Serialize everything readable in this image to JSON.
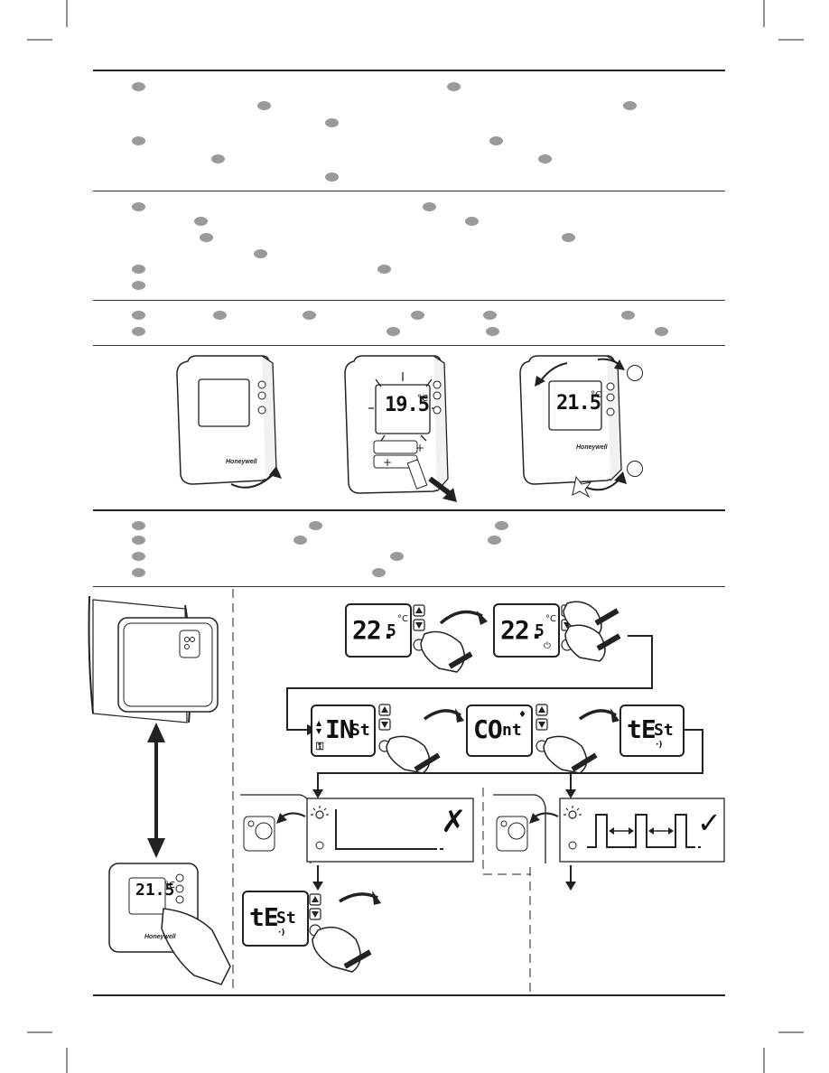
{
  "page": {
    "background": "#ffffff",
    "dot_color": "#9a9a9a",
    "line_color": "#222222"
  },
  "thermostats": [
    {
      "id": "closed",
      "display": ""
    },
    {
      "id": "battery-insert",
      "display": "19.5",
      "unit": "°C"
    },
    {
      "id": "running",
      "display": "21.5",
      "unit": "°C"
    }
  ],
  "brand": {
    "logo_text": "Honeywell"
  },
  "step_callouts": {
    "a": "",
    "b": ""
  },
  "procedure": {
    "screens": [
      {
        "id": "temp-1",
        "main": "22.",
        "small": "5",
        "unit": "°C",
        "icon": ""
      },
      {
        "id": "temp-2-standby",
        "main": "22.",
        "small": "5",
        "unit": "°C",
        "icon": "power-icon"
      },
      {
        "id": "inst",
        "main": "IN",
        "small": "St",
        "unit": "",
        "icon": "wrench-icon"
      },
      {
        "id": "cont",
        "main": "CO",
        "small": "nt",
        "unit": "",
        "icon": "flame-icon"
      },
      {
        "id": "test",
        "main": "tE",
        "small": "St",
        "unit": "",
        "icon": "signal-icon"
      },
      {
        "id": "test-retry",
        "main": "tE",
        "small": "St",
        "unit": "",
        "icon": "signal-icon"
      }
    ],
    "results": {
      "fail_symbol": "✗",
      "pass_symbol": "✓"
    },
    "wall_thermostat_display": "21.5",
    "wall_thermostat_unit": "°C"
  }
}
